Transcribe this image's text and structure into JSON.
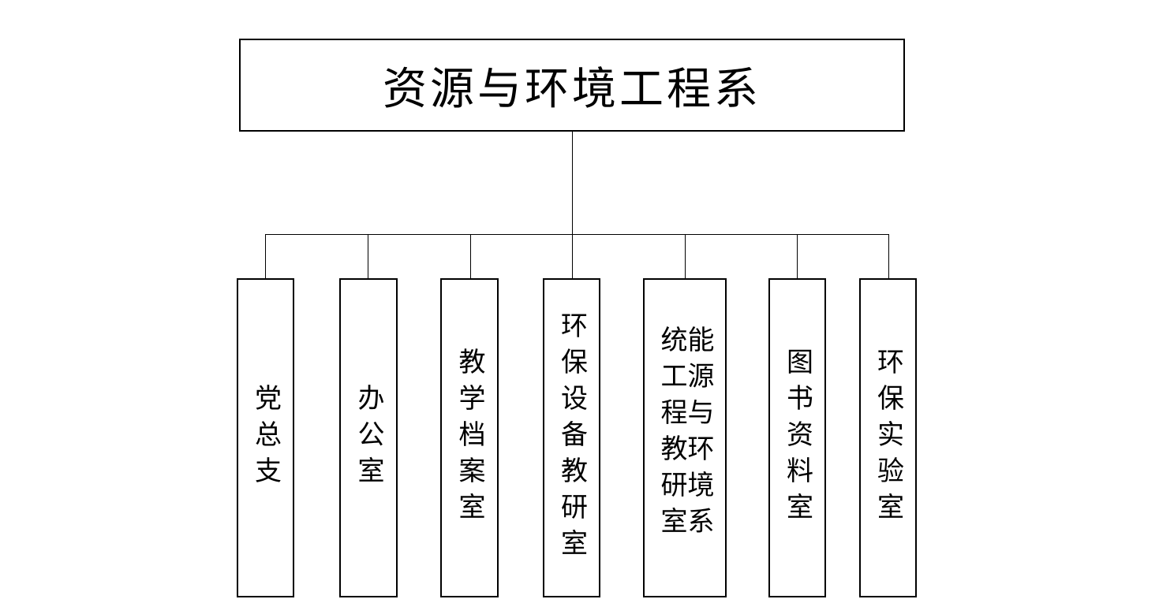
{
  "diagram": {
    "root": {
      "label": "资源与环境工程系"
    },
    "children": [
      {
        "label": "党总支"
      },
      {
        "label": "办公室"
      },
      {
        "label": "教学档案室"
      },
      {
        "label": "环保设备教研室"
      },
      {
        "label": "能源与环境系统工程教研室"
      },
      {
        "label": "图书资料室"
      },
      {
        "label": "环保实验室"
      }
    ]
  }
}
